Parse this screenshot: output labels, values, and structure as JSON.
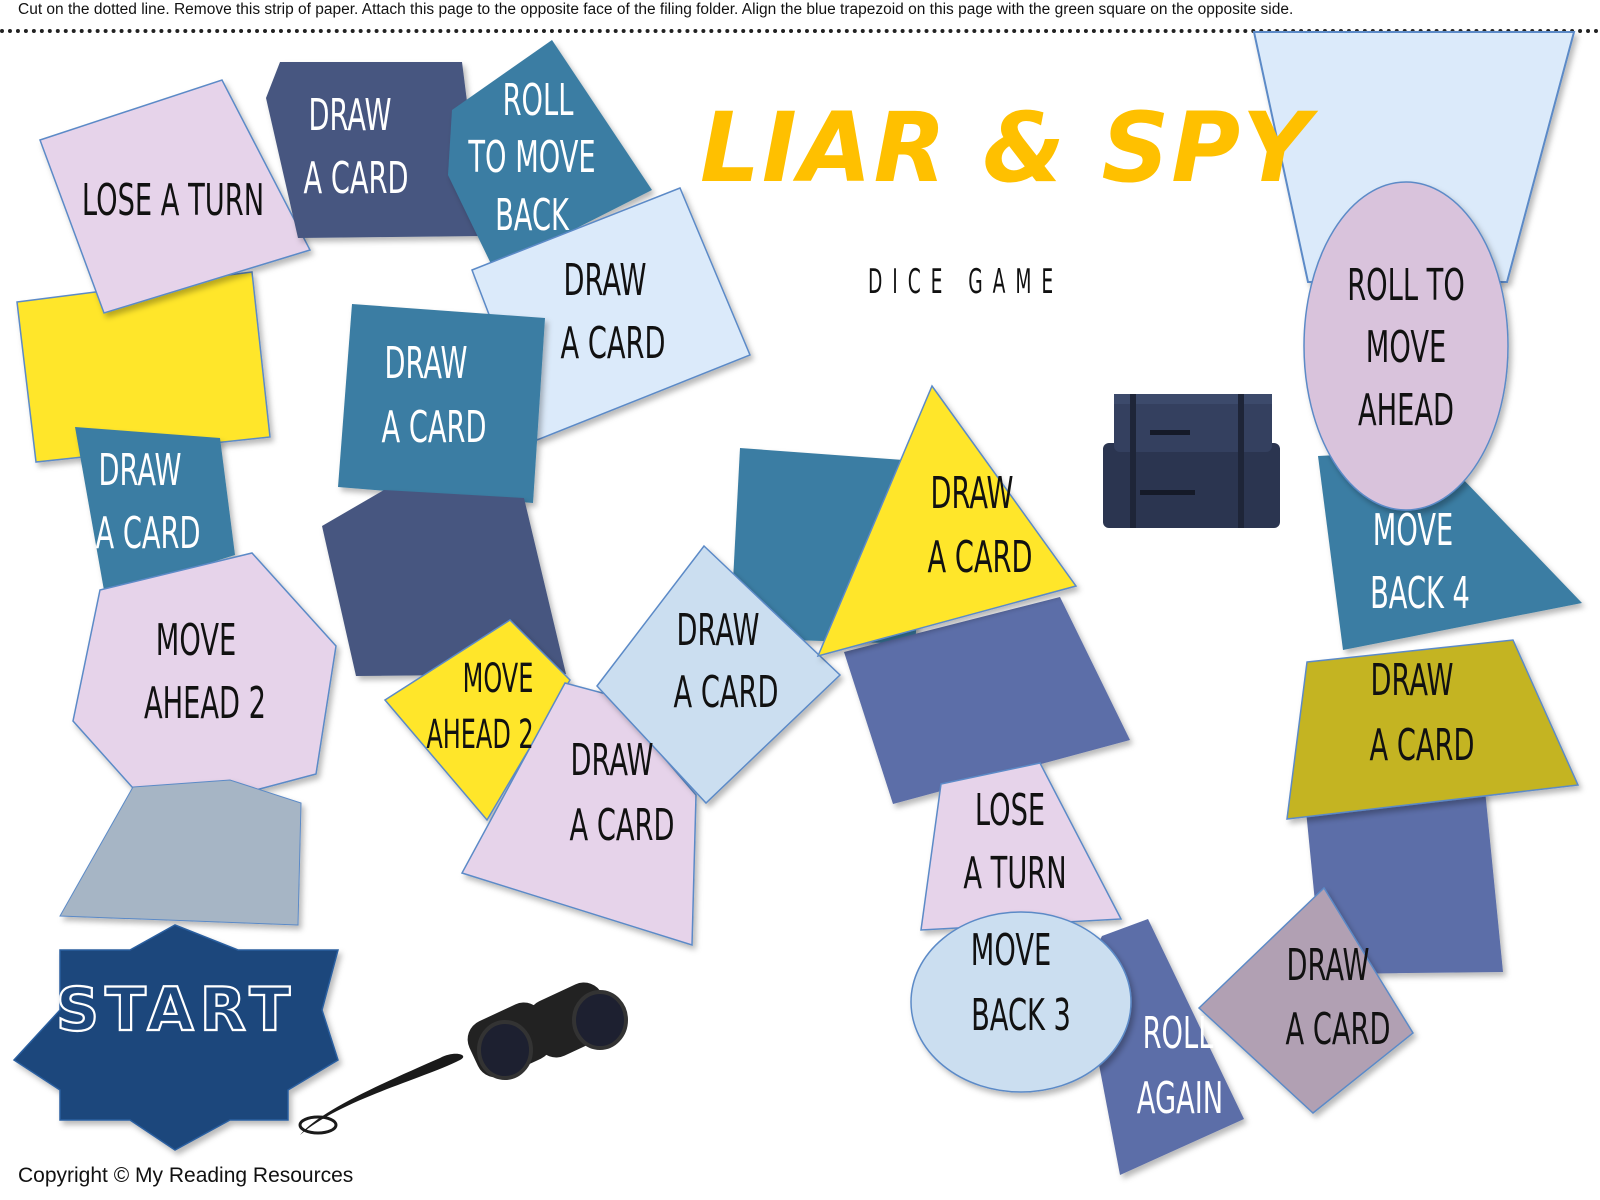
{
  "header": {
    "instructions": "Cut on the dotted line. Remove this strip of paper. Attach this page to the opposite face of the filing folder. Align the blue trapezoid on this page with the green square on the opposite side."
  },
  "title": {
    "main": "LIAR & SPY",
    "subtitle": "DICE GAME"
  },
  "footer": {
    "copyright": "Copyright © My Reading Resources"
  },
  "colors": {
    "title_yellow": "#ffc000",
    "lavender": "#e6d3ea",
    "navy_slate": "#465780",
    "teal_blue": "#3a7da3",
    "pale_blue": "#dbeafa",
    "powder_blue": "#cbdef0",
    "yellow": "#ffe629",
    "periwinkle": "#5b6ea8",
    "olive": "#c4b422",
    "mauve": "#b1a0b3",
    "gray_blue": "#a6b5c5",
    "start_navy": "#1d477c",
    "oval_lilac": "#d9c3dc"
  },
  "board": {
    "start_label": "START",
    "spaces": [
      {
        "id": "lose-a-turn-1",
        "lines": [
          "LOSE A TURN"
        ]
      },
      {
        "id": "draw-card-1",
        "lines": [
          "DRAW",
          "A CARD"
        ]
      },
      {
        "id": "roll-move-back",
        "lines": [
          "ROLL",
          "TO MOVE",
          "BACK"
        ]
      },
      {
        "id": "draw-card-2",
        "lines": [
          "DRAW",
          "A CARD"
        ]
      },
      {
        "id": "draw-card-3",
        "lines": [
          "DRAW",
          "A CARD"
        ]
      },
      {
        "id": "draw-card-4",
        "lines": [
          "DRAW",
          "A CARD"
        ]
      },
      {
        "id": "move-ahead-2-a",
        "lines": [
          "MOVE",
          "AHEAD 2"
        ]
      },
      {
        "id": "move-ahead-2-b",
        "lines": [
          "MOVE",
          "AHEAD 2"
        ]
      },
      {
        "id": "draw-card-5",
        "lines": [
          "DRAW",
          "A CARD"
        ]
      },
      {
        "id": "draw-card-6",
        "lines": [
          "DRAW",
          "A CARD"
        ]
      },
      {
        "id": "draw-card-7",
        "lines": [
          "DRAW",
          "A CARD"
        ]
      },
      {
        "id": "lose-a-turn-2",
        "lines": [
          "LOSE",
          "A TURN"
        ]
      },
      {
        "id": "move-back-3",
        "lines": [
          "MOVE",
          "BACK 3"
        ]
      },
      {
        "id": "roll-again",
        "lines": [
          "ROLL",
          "AGAIN"
        ]
      },
      {
        "id": "draw-card-8",
        "lines": [
          "DRAW",
          "A CARD"
        ]
      },
      {
        "id": "draw-card-9",
        "lines": [
          "DRAW",
          "A CARD"
        ]
      },
      {
        "id": "move-back-4",
        "lines": [
          "MOVE",
          "BACK 4"
        ]
      },
      {
        "id": "roll-move-ahead",
        "lines": [
          "ROLL TO",
          "MOVE",
          "AHEAD"
        ]
      }
    ]
  },
  "images": {
    "suitcases": "suitcases-image",
    "binoculars": "binoculars-image"
  }
}
